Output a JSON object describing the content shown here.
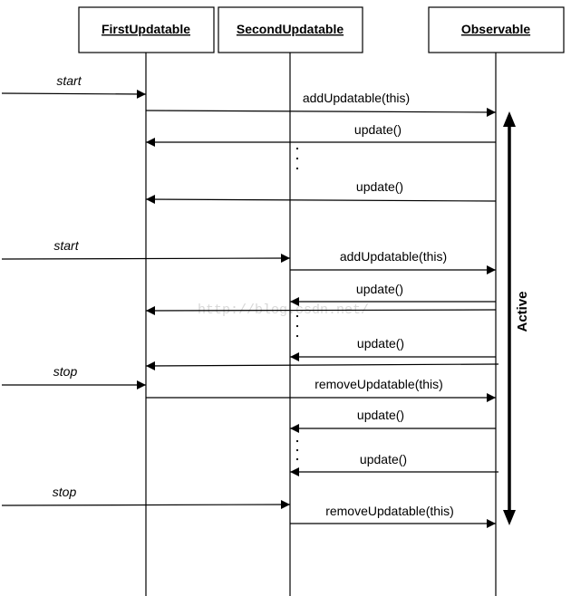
{
  "lifelines": [
    {
      "id": "first",
      "title": "FirstUpdatable"
    },
    {
      "id": "second",
      "title": "SecondUpdatable"
    },
    {
      "id": "observable",
      "title": "Observable"
    }
  ],
  "messages": [
    {
      "id": "m1",
      "label": "addUpdatable(this)",
      "from": "first",
      "to": "observable"
    },
    {
      "id": "m2",
      "label": "update()",
      "from": "observable",
      "to": "first"
    },
    {
      "id": "m3",
      "label": "update()",
      "from": "observable",
      "to": "first"
    },
    {
      "id": "m4",
      "label": "addUpdatable(this)",
      "from": "second",
      "to": "observable"
    },
    {
      "id": "m5",
      "label": "update()",
      "from": "observable",
      "to": "second"
    },
    {
      "id": "m6",
      "label": "",
      "from": "observable",
      "to": "first"
    },
    {
      "id": "m7",
      "label": "update()",
      "from": "observable",
      "to": "second"
    },
    {
      "id": "m8",
      "label": "",
      "from": "observable",
      "to": "first"
    },
    {
      "id": "m9",
      "label": "removeUpdatable(this)",
      "from": "first",
      "to": "observable"
    },
    {
      "id": "m10",
      "label": "update()",
      "from": "observable",
      "to": "second"
    },
    {
      "id": "m11",
      "label": "update()",
      "from": "observable",
      "to": "second"
    },
    {
      "id": "m12",
      "label": "removeUpdatable(this)",
      "from": "second",
      "to": "observable"
    }
  ],
  "triggers": [
    {
      "id": "t1",
      "label": "start",
      "to": "first"
    },
    {
      "id": "t2",
      "label": "start",
      "to": "second"
    },
    {
      "id": "t3",
      "label": "stop",
      "to": "first"
    },
    {
      "id": "t4",
      "label": "stop",
      "to": "second"
    }
  ],
  "active_label": "Active",
  "watermark": "http://blog.csdn.net/"
}
